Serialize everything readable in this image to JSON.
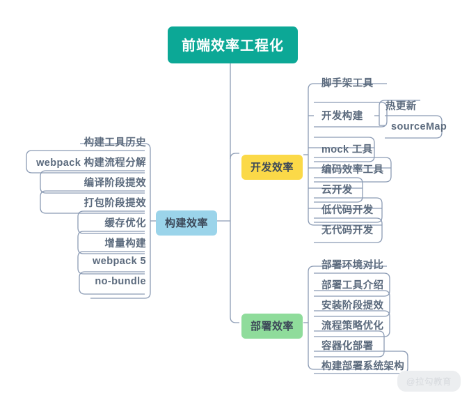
{
  "diagram": {
    "type": "mindmap",
    "title": "前端效率工程化",
    "watermark": "@拉勾教育",
    "colors": {
      "root": "#0CA896",
      "dev_branch": "#FBD948",
      "build_branch": "#9BD4EA",
      "deploy_branch": "#8FDC9B",
      "connector": "#8b9bb4",
      "leaf_text": "#5b6a7d",
      "background": "#ffffff"
    },
    "root": {
      "label": "前端效率工程化"
    },
    "branches": [
      {
        "id": "dev",
        "label": "开发效率",
        "side": "right",
        "color": "#FBD948",
        "children": [
          {
            "label": "脚手架工具",
            "children": []
          },
          {
            "label": "开发构建",
            "children": [
              {
                "label": "热更新"
              },
              {
                "label": "sourceMap"
              }
            ]
          },
          {
            "label": "mock 工具",
            "children": []
          },
          {
            "label": "编码效率工具",
            "children": []
          },
          {
            "label": "云开发",
            "children": []
          },
          {
            "label": "低代码开发",
            "children": []
          },
          {
            "label": "无代码开发",
            "children": []
          }
        ]
      },
      {
        "id": "build",
        "label": "构建效率",
        "side": "left",
        "color": "#9BD4EA",
        "children": [
          {
            "label": "构建工具历史"
          },
          {
            "label": "webpack 构建流程分解"
          },
          {
            "label": "编译阶段提效"
          },
          {
            "label": "打包阶段提效"
          },
          {
            "label": "缓存优化"
          },
          {
            "label": "增量构建"
          },
          {
            "label": "webpack 5"
          },
          {
            "label": "no-bundle"
          }
        ]
      },
      {
        "id": "deploy",
        "label": "部署效率",
        "side": "right",
        "color": "#8FDC9B",
        "children": [
          {
            "label": "部署环境对比"
          },
          {
            "label": "部署工具介绍"
          },
          {
            "label": "安装阶段提效"
          },
          {
            "label": "流程策略优化"
          },
          {
            "label": "容器化部署"
          },
          {
            "label": "构建部署系统架构"
          }
        ]
      }
    ]
  }
}
